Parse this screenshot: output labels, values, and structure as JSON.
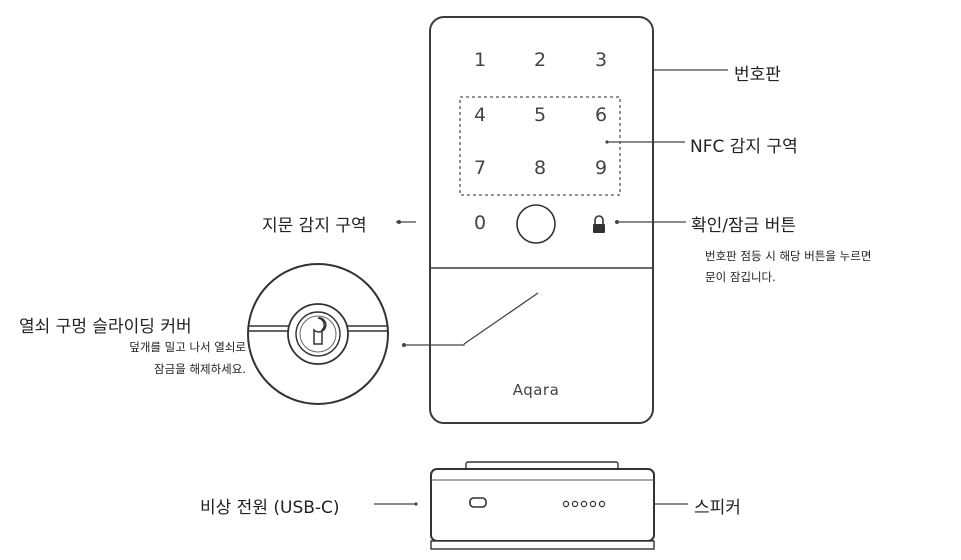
{
  "keypad": {
    "keys": [
      "1",
      "2",
      "3",
      "4",
      "5",
      "6",
      "7",
      "8",
      "9",
      "0"
    ],
    "brand": "Aqara"
  },
  "labels": {
    "keypad": "번호판",
    "nfc": "NFC 감지 구역",
    "fingerprint": "지문 감지 구역",
    "confirm_lock": "확인/잠금 버튼",
    "confirm_desc_line1": "번호판 점등 시 해당 버튼을 누르면",
    "confirm_desc_line2": "문이 잠깁니다.",
    "key_cover": "열쇠 구멍 슬라이딩 커버",
    "key_cover_desc_line1": "덮개를 밀고 나서 열쇠로",
    "key_cover_desc_line2": "잠금을 해제하세요.",
    "emergency_power": "비상 전원 (USB-C)",
    "speaker": "스피커"
  }
}
